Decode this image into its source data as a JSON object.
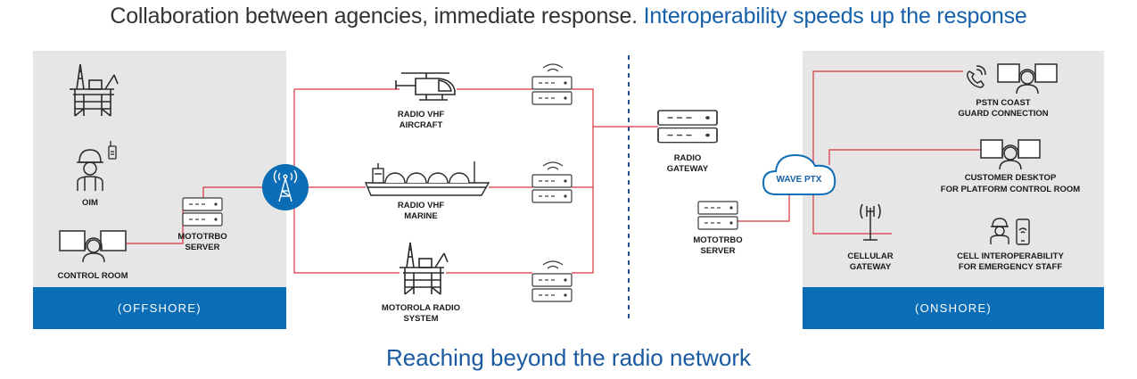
{
  "header": {
    "title_part1": "Collaboration between agencies, immediate response.",
    "title_part2": "Interoperability speeds up the response"
  },
  "footer": {
    "subtitle": "Reaching beyond the radio network"
  },
  "offshore": {
    "band_label": "(OFFSHORE)",
    "oim_label": "OIM",
    "control_room_label": "CONTROL ROOM",
    "server_label_1": "MOTOTRBO",
    "server_label_2": "SERVER"
  },
  "center": {
    "aircraft_label_1": "RADIO VHF",
    "aircraft_label_2": "AIRCRAFT",
    "marine_label_1": "RADIO VHF",
    "marine_label_2": "MARINE",
    "motorola_label_1": "MOTOROLA RADIO",
    "motorola_label_2": "SYSTEM",
    "gateway_label_1": "RADIO",
    "gateway_label_2": "GATEWAY",
    "server_label_1": "MOTOTRBO",
    "server_label_2": "SERVER"
  },
  "onshore": {
    "band_label": "(ONSHORE)",
    "cloud_label": "WAVE PTX",
    "pstn_label_1": "PSTN COAST",
    "pstn_label_2": "GUARD CONNECTION",
    "desktop_label_1": "CUSTOMER DESKTOP",
    "desktop_label_2": "FOR PLATFORM CONTROL ROOM",
    "cellular_label_1": "CELLULAR",
    "cellular_label_2": "GATEWAY",
    "cell_label_1": "CELL INTEROPERABILITY",
    "cell_label_2": "FOR EMERGENCY STAFF"
  },
  "colors": {
    "panel_gray": "#e6e6e6",
    "band_blue": "#0b6db5",
    "link_red": "#d9343f",
    "title_dark": "#333333",
    "title_blue": "#1560a8"
  }
}
